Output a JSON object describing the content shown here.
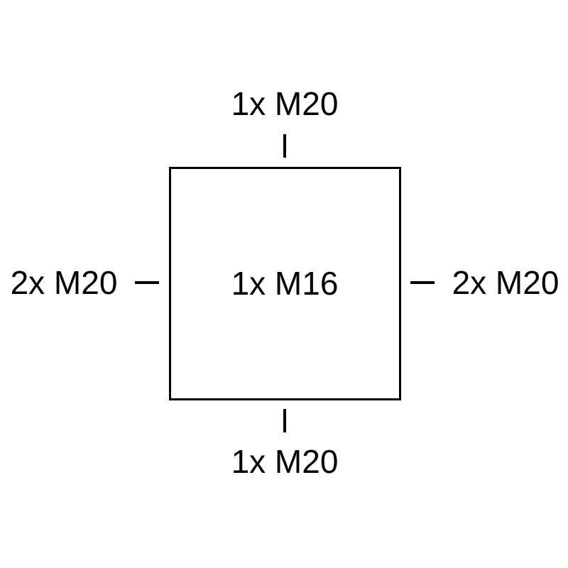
{
  "diagram": {
    "title": "junction-box-gland-entry-diagram",
    "box": {
      "center_label": "1x M16"
    },
    "entries": {
      "top": "1x M20",
      "bottom": "1x M20",
      "left": "2x M20",
      "right": "2x M20"
    },
    "colors": {
      "line": "#000000",
      "background": "#ffffff"
    }
  }
}
